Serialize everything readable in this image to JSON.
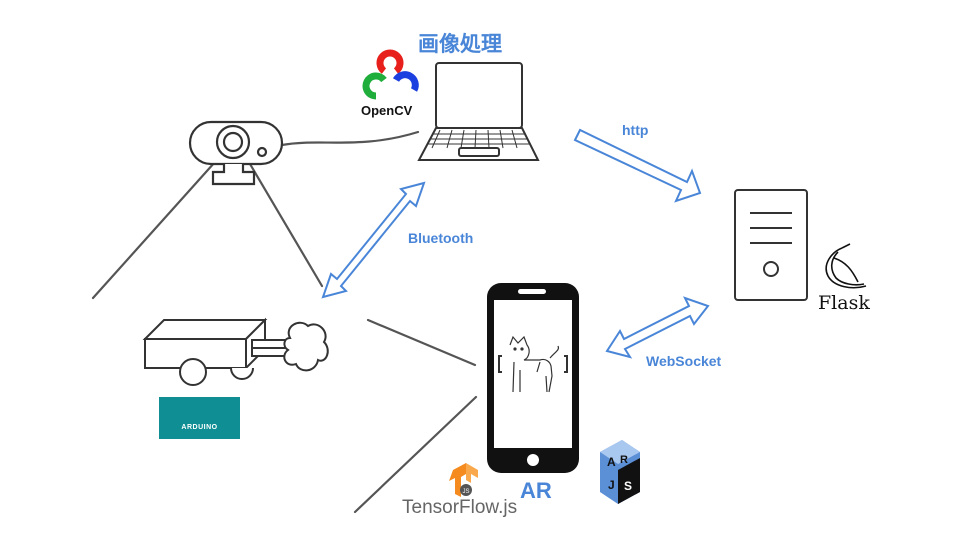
{
  "labels": {
    "title": "画像処理",
    "http": "http",
    "bluetooth": "Bluetooth",
    "websocket": "WebSocket",
    "ar": "AR"
  },
  "logos": {
    "opencv": "OpenCV",
    "flask": "Flask",
    "tensorflow": "TensorFlow",
    "tensorflow_suffix": ".js",
    "arduino": "ARDUINO"
  },
  "colors": {
    "accent": "#4a86d8",
    "line": "#555555",
    "arduino_teal": "#0f8f94",
    "opencv_red": "#e8201c",
    "opencv_green": "#1fae3b",
    "opencv_blue": "#1c3fe0",
    "tensorflow_orange": "#f58a1f"
  },
  "icons": [
    "webcam-icon",
    "laptop-icon",
    "server-icon",
    "smartphone-icon",
    "rc-car-icon",
    "opencv-logo",
    "flask-logo",
    "tensorflow-logo",
    "arjs-logo",
    "arduino-logo",
    "shiba-dog-icon"
  ]
}
